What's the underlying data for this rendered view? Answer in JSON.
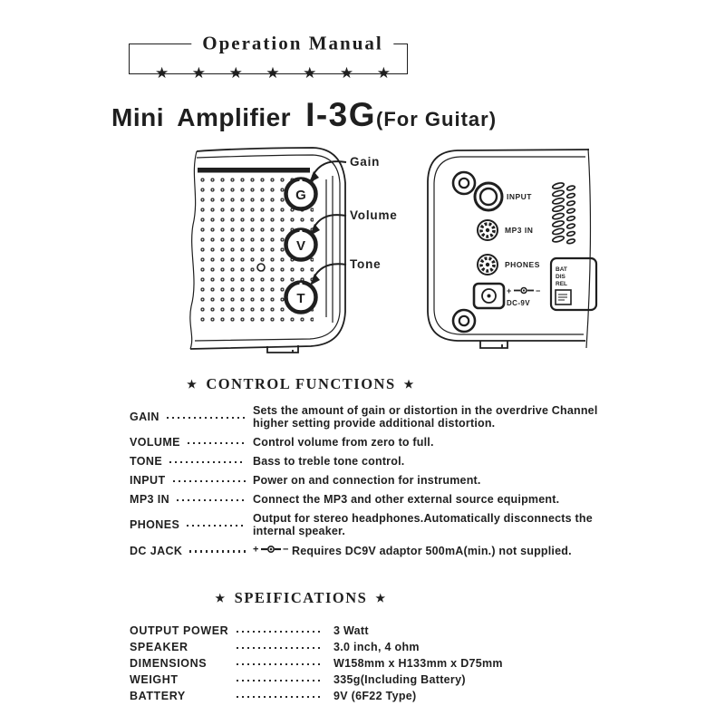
{
  "page": {
    "background": "#ffffff",
    "ink": "#1f1f1f"
  },
  "header": {
    "title": "Operation Manual",
    "stars": [
      "★",
      "★",
      "★",
      "★",
      "★",
      "★",
      "★"
    ]
  },
  "product": {
    "name": "Mini Amplifier",
    "model": "I-3G",
    "variant": "(For Guitar)"
  },
  "front_view": {
    "knobs": [
      {
        "letter": "G",
        "label": "Gain"
      },
      {
        "letter": "V",
        "label": "Volume"
      },
      {
        "letter": "T",
        "label": "Tone"
      }
    ]
  },
  "back_view": {
    "ports": [
      {
        "label": "INPUT"
      },
      {
        "label": "MP3 IN"
      },
      {
        "label": "PHONES"
      }
    ],
    "dc_label": "DC-9V",
    "battery_label_lines": [
      "BAT",
      "DIS",
      "REL"
    ]
  },
  "control_functions": {
    "star": "★",
    "heading": "CONTROL FUNCTIONS",
    "rows": [
      {
        "label": "GAIN",
        "desc": "Sets the amount of gain or distortion in the overdrive Channel higher setting provide additional distortion."
      },
      {
        "label": "VOLUME",
        "desc": "Control volume from zero to full."
      },
      {
        "label": "TONE",
        "desc": "Bass to treble tone control."
      },
      {
        "label": "INPUT",
        "desc": "Power on and connection for instrument."
      },
      {
        "label": "MP3 IN",
        "desc": "Connect the MP3 and other external source equipment."
      },
      {
        "label": "PHONES",
        "desc": "Output for stereo headphones.Automatically disconnects the internal speaker."
      },
      {
        "label": "DC JACK",
        "desc": "Requires DC9V adaptor 500mA(min.) not supplied."
      }
    ]
  },
  "specifications": {
    "star": "★",
    "heading": "SPEIFICATIONS",
    "rows": [
      {
        "label": "OUTPUT POWER",
        "value": "3 Watt"
      },
      {
        "label": "SPEAKER",
        "value": "3.0 inch, 4 ohm"
      },
      {
        "label": "DIMENSIONS",
        "value": "W158mm x H133mm x D75mm"
      },
      {
        "label": "WEIGHT",
        "value": "335g(Including Battery)"
      },
      {
        "label": "BATTERY",
        "value": "9V (6F22 Type)"
      }
    ]
  },
  "icons": {
    "star_glyph": "★",
    "dc_polarity": "center-positive polarity symbol (+ —(•— −)"
  }
}
